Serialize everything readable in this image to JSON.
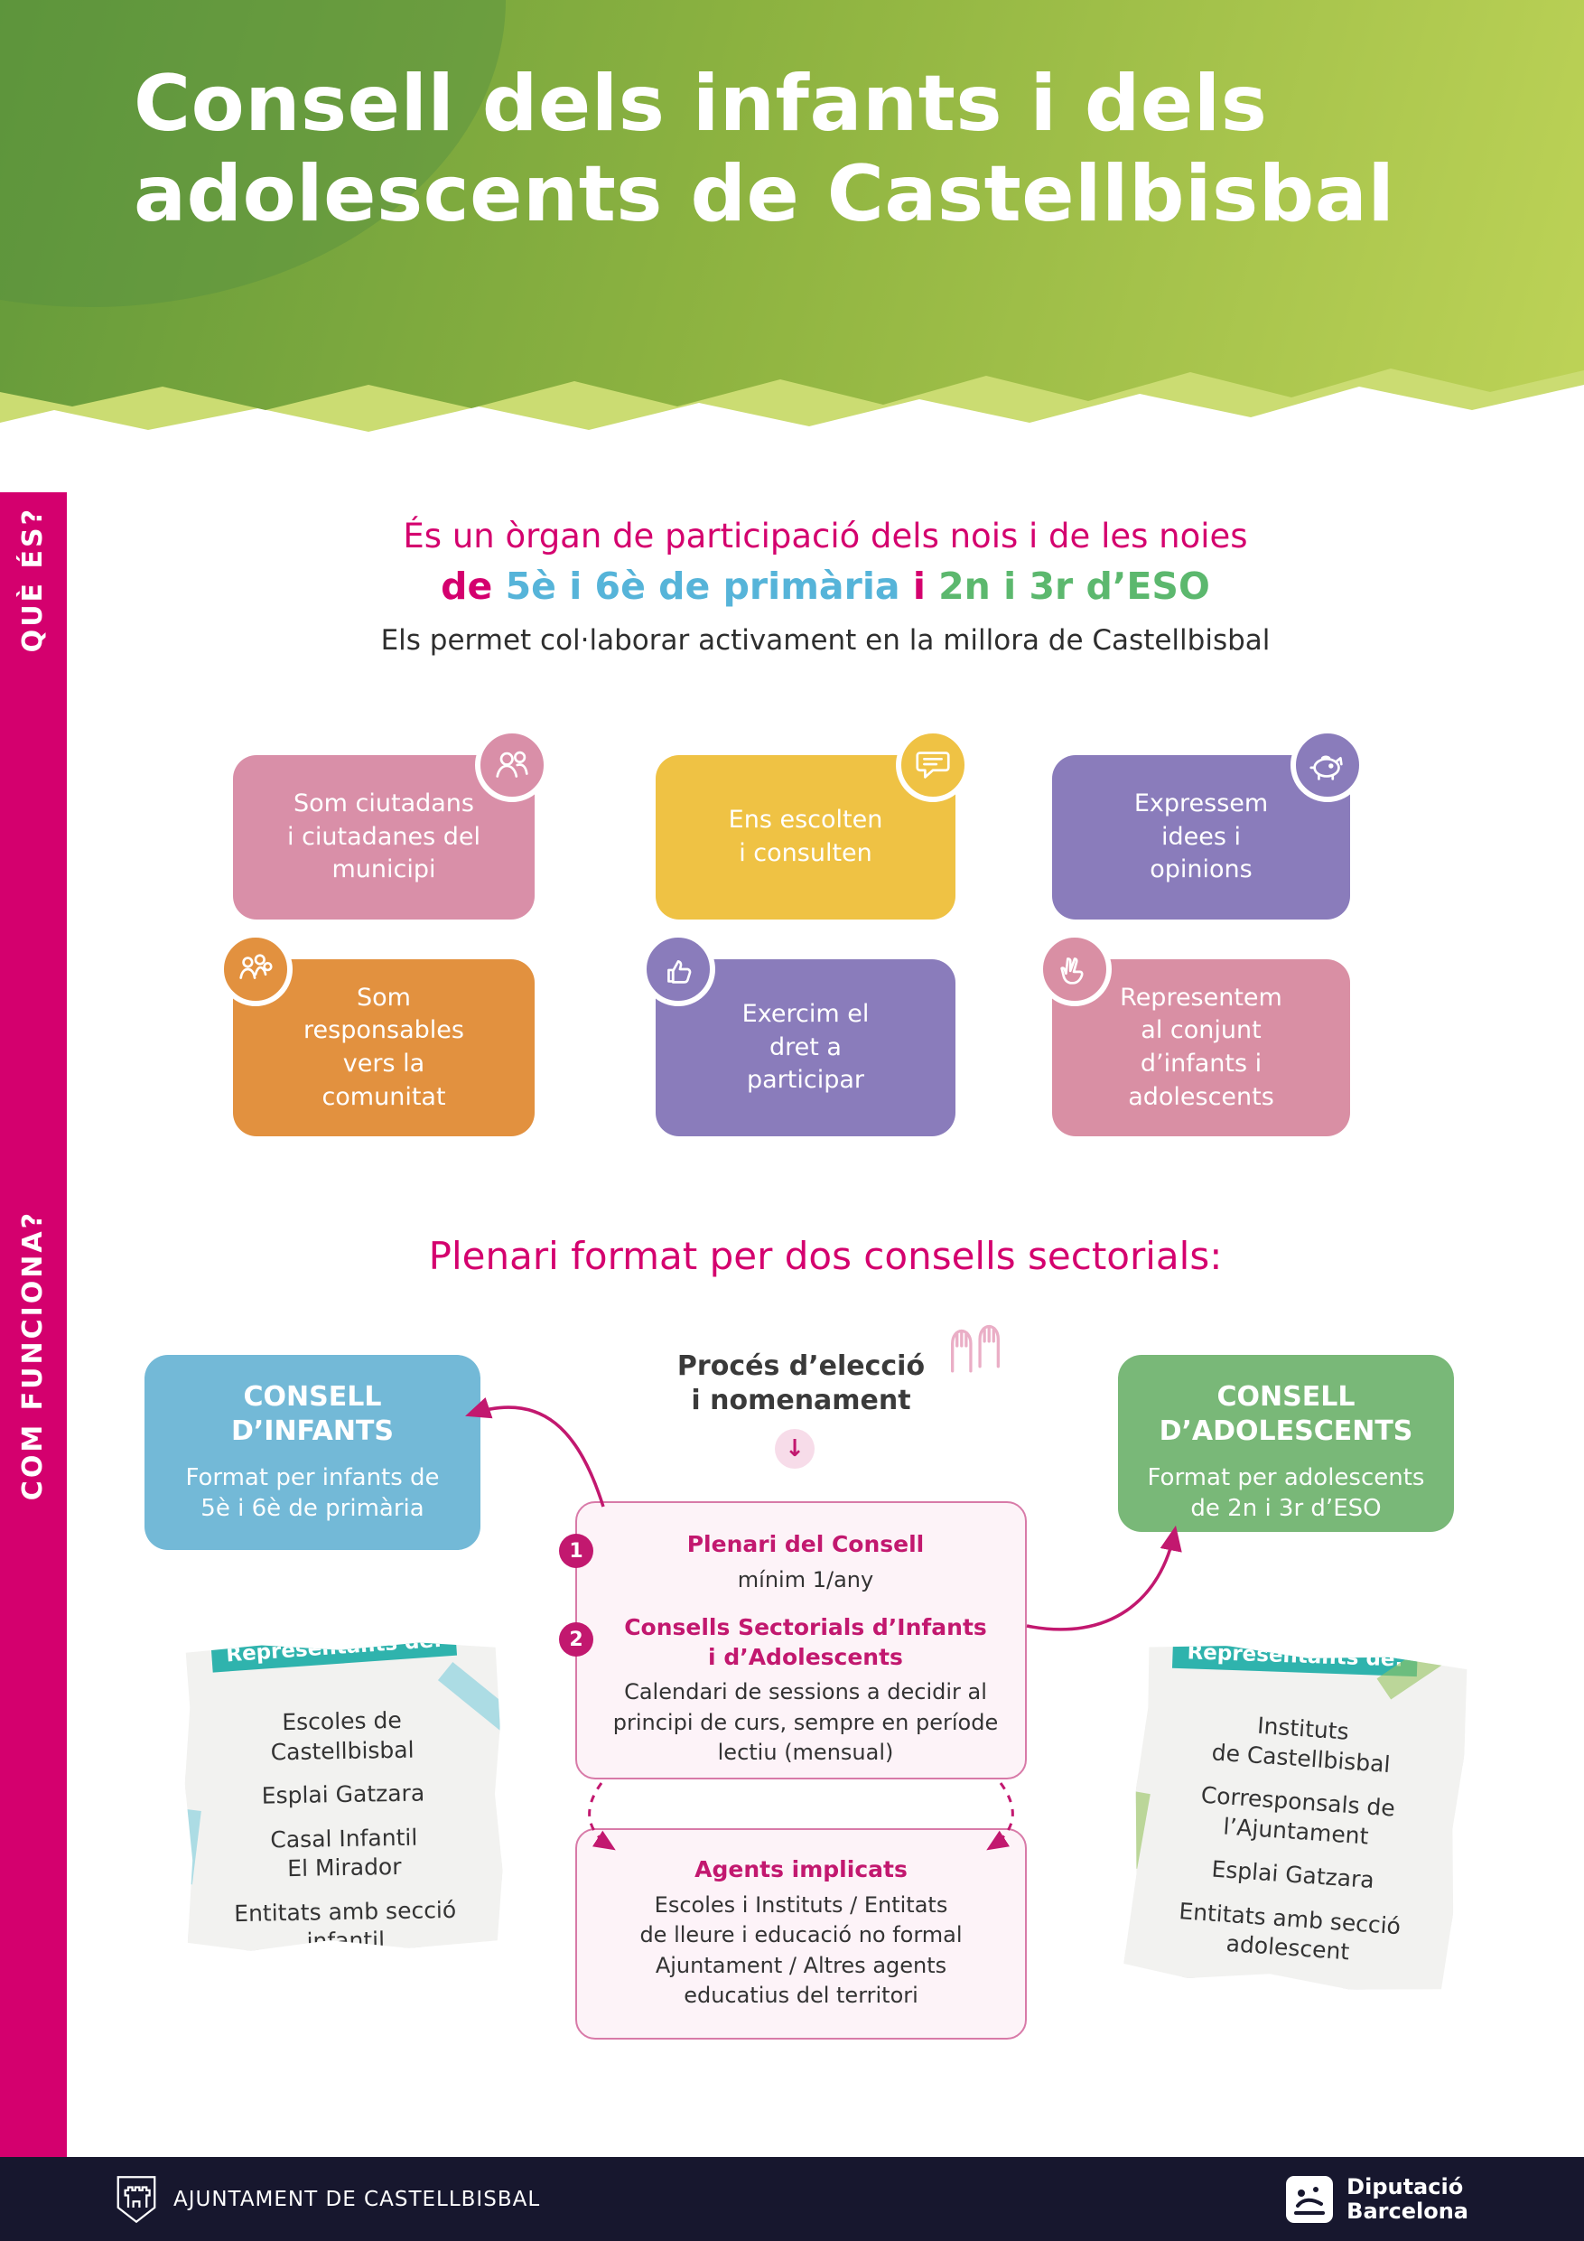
{
  "palette": {
    "magenta": "#d4006e",
    "arrow_magenta": "#c2186f",
    "header_green_dark": "#63993a",
    "header_green_light": "#bed357",
    "tear_back_green": "#cbdc72",
    "primaria_blue": "#56b4d9",
    "eso_green": "#5cb86e",
    "infants_blue": "#73b9d7",
    "adolescents_green": "#79b878",
    "note_label_teal": "#2fb3ad",
    "pink_box_bg": "#fdf3f8",
    "footer_navy": "#17172e"
  },
  "header": {
    "title": "Consell dels infants i dels\nadolescents de Castellbisbal"
  },
  "sidebar": {
    "que_es": "QUÈ ÉS?",
    "com_funciona": "COM FUNCIONA?"
  },
  "what": {
    "intro_line1": "És un òrgan de participació dels nois i de les noies",
    "intro_de": "de ",
    "intro_primaria": "5è i 6è de primària",
    "intro_i": " i ",
    "intro_eso": "2n i 3r d’ESO",
    "intro_line3": "Els permet col·laborar activament en la millora de Castellbisbal",
    "cards": [
      {
        "label": "Som ciutadans\ni ciutadanes del\nmunicipi",
        "icon": "citizens-icon",
        "color": "#d98fa8"
      },
      {
        "label": "Ens escolten\ni consulten",
        "icon": "speech-bubble-icon",
        "color": "#efc244"
      },
      {
        "label": "Expressem\nidees i\nopinions",
        "icon": "piggy-bank-icon",
        "color": "#8a7cbb"
      },
      {
        "label": "Som\nresponsables\nvers la\ncomunitat",
        "icon": "people-group-icon",
        "color": "#e2913f"
      },
      {
        "label": "Exercim el\ndret a\nparticipar",
        "icon": "thumbs-up-icon",
        "color": "#8a7cbb"
      },
      {
        "label": "Representem\nal conjunt\nd’infants i\nadolescents",
        "icon": "victory-hand-icon",
        "color": "#d98fa4"
      }
    ]
  },
  "how": {
    "heading": "Plenari format per dos consells sectorials:",
    "infants": {
      "title": "CONSELL\nD’INFANTS",
      "body": "Format per infants de\n5è i 6è de primària"
    },
    "adolescents": {
      "title": "CONSELL\nD’ADOLESCENTS",
      "body": "Format per adolescents\nde 2n i 3r d’ESO"
    },
    "proces": {
      "label": "Procés d’elecció\ni nomenament",
      "icon": "raised-hands-icon",
      "arrow_icon": "down-arrow-icon",
      "arrow_glyph": "↓"
    },
    "plenari": {
      "num1": "1",
      "item1_title": "Plenari del Consell",
      "item1_body": "mínim 1/any",
      "num2": "2",
      "item2_title": "Consells Sectorials d’Infants\ni d’Adolescents",
      "item2_body": "Calendari de sessions a decidir al\nprincipi de curs, sempre en període\nlectiu (mensual)"
    },
    "agents": {
      "title": "Agents implicats",
      "body": "Escoles i Instituts / Entitats\nde lleure i educació no formal\nAjuntament / Altres agents\neducatius del territori"
    },
    "notes": {
      "left": {
        "label": "Representants de:",
        "items": [
          "Escoles de\nCastellbisbal",
          "Esplai Gatzara",
          "Casal Infantil\nEl Mirador",
          "Entitats amb secció\ninfantil"
        ]
      },
      "right": {
        "label": "Representants de:",
        "items": [
          "Instituts\nde Castellbisbal",
          "Corresponsals de\nl’Ajuntament",
          "Esplai Gatzara",
          "Entitats amb secció\nadolescent"
        ]
      }
    }
  },
  "footer": {
    "ajuntament": "AJUNTAMENT DE CASTELLBISBAL",
    "ajuntament_icon": "castle-shield-icon",
    "diputacio": "Diputació\nBarcelona",
    "diputacio_icon": "diputacio-logo-icon"
  }
}
